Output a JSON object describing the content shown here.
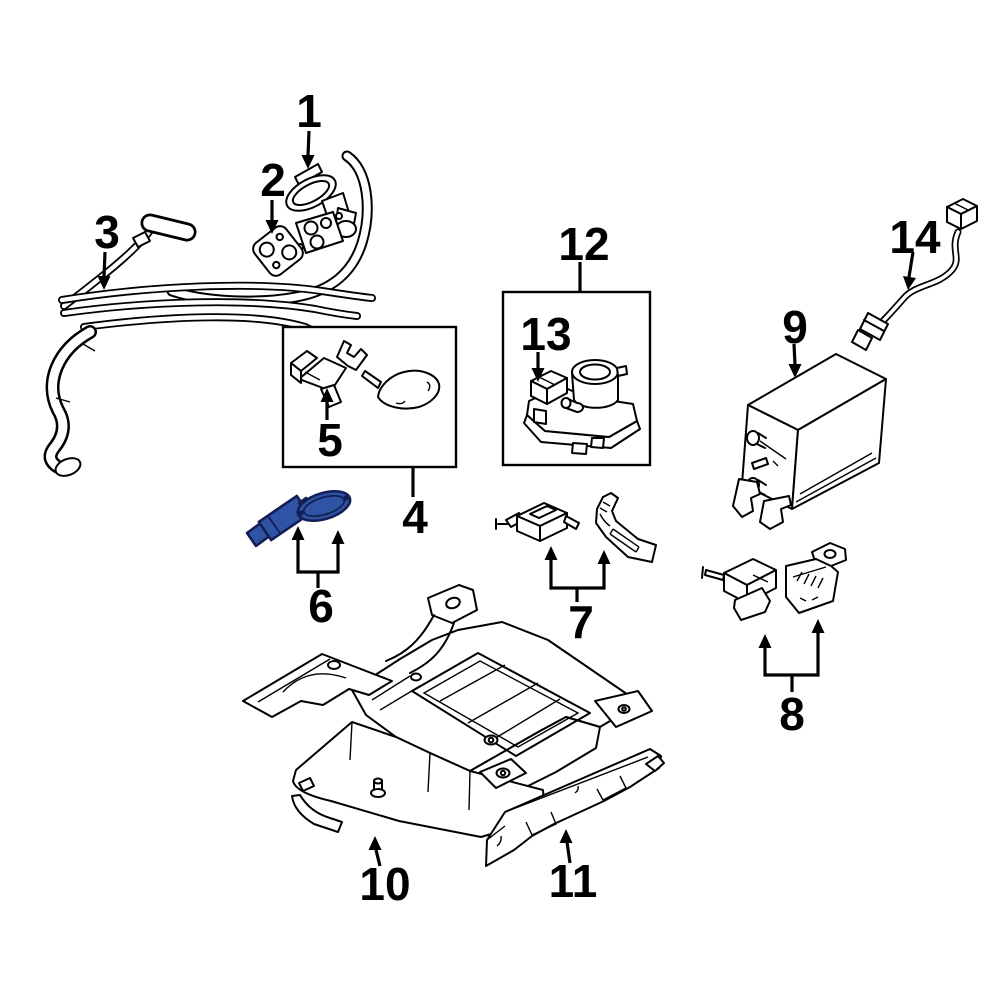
{
  "diagram": {
    "type": "exploded-parts-diagram",
    "subject": "emission-system-components",
    "highlighted_callout": "6",
    "colors": {
      "background": "#ffffff",
      "line": "#000000",
      "highlight_fill": "#2f54a5",
      "highlight_stroke": "#131f54"
    },
    "callouts": {
      "c1": {
        "label": "1"
      },
      "c2": {
        "label": "2"
      },
      "c3": {
        "label": "3"
      },
      "c4": {
        "label": "4"
      },
      "c5": {
        "label": "5"
      },
      "c6": {
        "label": "6"
      },
      "c7": {
        "label": "7"
      },
      "c8": {
        "label": "8"
      },
      "c9": {
        "label": "9"
      },
      "c10": {
        "label": "10"
      },
      "c11": {
        "label": "11"
      },
      "c12": {
        "label": "12"
      },
      "c13": {
        "label": "13"
      },
      "c14": {
        "label": "14"
      }
    }
  }
}
